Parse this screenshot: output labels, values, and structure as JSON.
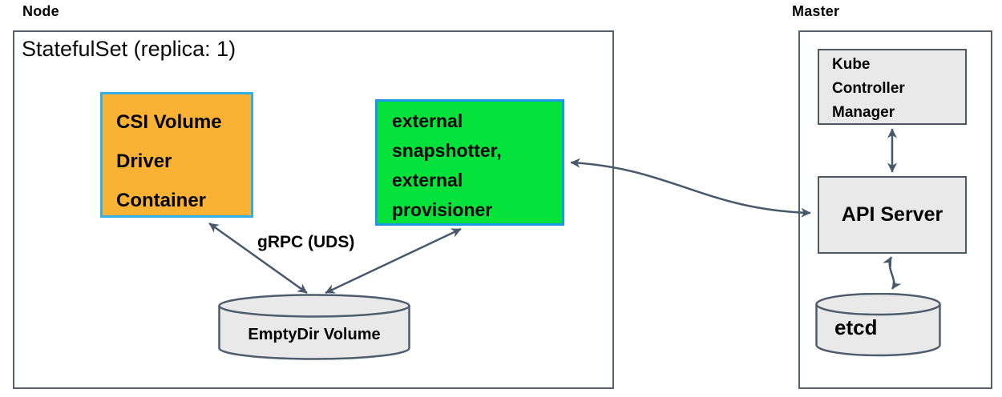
{
  "node_section": {
    "title": "Node",
    "statefulset_label": "StatefulSet (replica: 1)",
    "csi_driver_label": "CSI Volume\nDriver\nContainer",
    "sidecars_label": "external\nsnapshotter,\nexternal\nprovisioner",
    "grpc_label": "gRPC (UDS)",
    "emptydir_label": "EmptyDir Volume"
  },
  "master_section": {
    "title": "Master",
    "kube_controller_manager_label": "Kube\nController\nManager",
    "api_server_label": "API Server",
    "etcd_label": "etcd"
  },
  "connections": [
    {
      "from": "CSI Volume Driver Container",
      "to": "EmptyDir Volume",
      "label": "gRPC (UDS)",
      "bidirectional": true
    },
    {
      "from": "external snapshotter, external provisioner",
      "to": "EmptyDir Volume",
      "label": "gRPC (UDS)",
      "bidirectional": true
    },
    {
      "from": "external snapshotter, external provisioner",
      "to": "API Server",
      "label": "",
      "bidirectional": true
    },
    {
      "from": "Kube Controller Manager",
      "to": "API Server",
      "label": "",
      "bidirectional": true
    },
    {
      "from": "API Server",
      "to": "etcd",
      "label": "",
      "bidirectional": true
    }
  ],
  "colors": {
    "csi_fill": "#F9B233",
    "sidecar_fill": "#06E23C",
    "highlight_border": "#35AEE8",
    "box_fill": "#E9E9E9",
    "box_border": "#4C5864",
    "outer_border": "#566069",
    "arrow": "#47596B"
  }
}
